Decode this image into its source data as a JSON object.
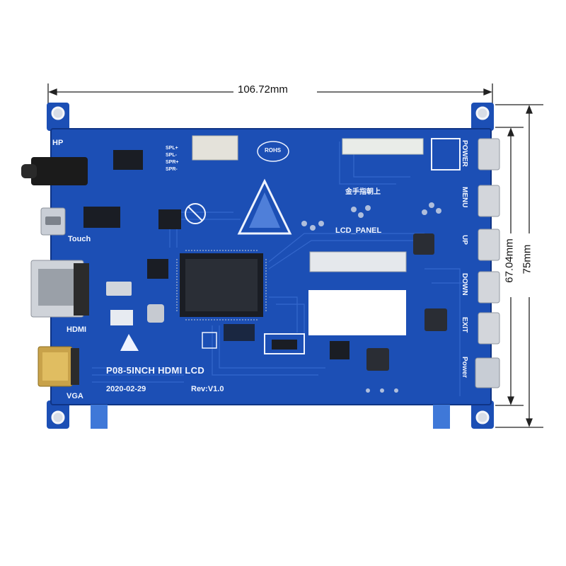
{
  "dimensions": {
    "width": "106.72mm",
    "inner_height": "67.04mm",
    "outer_height": "75mm"
  },
  "board": {
    "title": "P08-5INCH HDMI LCD",
    "date": "2020-02-29",
    "revision": "Rev:V1.0",
    "panel_label": "LCD_PANEL",
    "chinese_note": "金手指朝上",
    "rohs_label": "ROHS",
    "colors": {
      "pcb": "#1c4fb5",
      "pcb_dark": "#123a8f",
      "silk": "#eef3ff"
    }
  },
  "connectors_left": {
    "hp": "HP",
    "touch": "Touch",
    "hdmi": "HDMI",
    "vga": "VGA",
    "speaker_pins": [
      "SPL+",
      "SPL-",
      "SPR+",
      "SPR-"
    ]
  },
  "buttons_right": {
    "power": "POWER",
    "menu": "MENU",
    "up": "UP",
    "down": "DOWN",
    "exit": "EXIT",
    "power_port": "Power"
  }
}
